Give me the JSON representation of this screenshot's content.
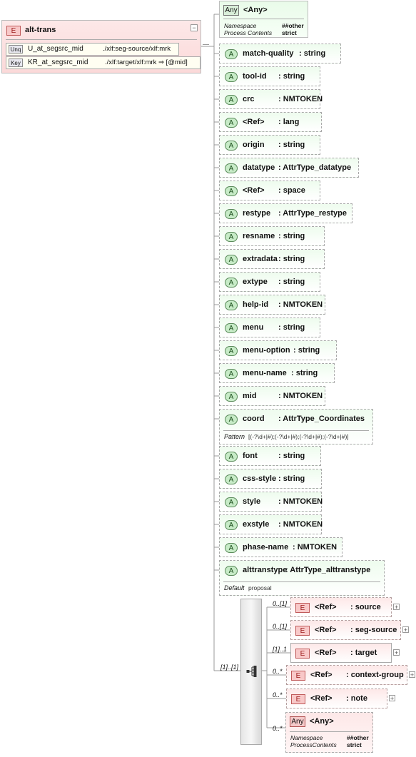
{
  "element": {
    "badge": "E",
    "name": "alt-trans",
    "collapse": "−",
    "unique": {
      "badge": "Unq",
      "name": "U_at_segsrc_mid",
      "path": "./xlf:seg-source/xlf:mrk"
    },
    "key": {
      "badge": "Key",
      "name": "KR_at_segsrc_mid",
      "path": "./xlf:target/xlf:mrk ⇒ [@mid]"
    }
  },
  "any_top": {
    "badge": "Any",
    "title": "<Any>",
    "namespace_label": "Namespace",
    "namespace_value": "##other",
    "process_label": "Process Contents",
    "process_value": "strict"
  },
  "attributes": [
    {
      "badge": "A",
      "name": "match-quality",
      "type": ": string"
    },
    {
      "badge": "A",
      "name": "tool-id",
      "type": ": string"
    },
    {
      "badge": "A",
      "name": "crc",
      "type": ": NMTOKEN"
    },
    {
      "badge": "A",
      "name": "<Ref>",
      "type": ": lang"
    },
    {
      "badge": "A",
      "name": "origin",
      "type": ": string"
    },
    {
      "badge": "A",
      "name": "datatype",
      "type": ": AttrType_datatype"
    },
    {
      "badge": "A",
      "name": "<Ref>",
      "type": ": space"
    },
    {
      "badge": "A",
      "name": "restype",
      "type": ": AttrType_restype"
    },
    {
      "badge": "A",
      "name": "resname",
      "type": ": string"
    },
    {
      "badge": "A",
      "name": "extradata",
      "type": ": string"
    },
    {
      "badge": "A",
      "name": "extype",
      "type": ": string"
    },
    {
      "badge": "A",
      "name": "help-id",
      "type": ": NMTOKEN"
    },
    {
      "badge": "A",
      "name": "menu",
      "type": ": string"
    },
    {
      "badge": "A",
      "name": "menu-option",
      "type": ": string"
    },
    {
      "badge": "A",
      "name": "menu-name",
      "type": ": string"
    },
    {
      "badge": "A",
      "name": "mid",
      "type": ": NMTOKEN"
    },
    {
      "badge": "A",
      "name": "coord",
      "type": ": AttrType_Coordinates",
      "facet_label": "Pattern",
      "facet_value": "[(-?\\d+|#);(-?\\d+|#);(-?\\d+|#);(-?\\d+|#)]"
    },
    {
      "badge": "A",
      "name": "font",
      "type": ": string"
    },
    {
      "badge": "A",
      "name": "css-style",
      "type": ": string"
    },
    {
      "badge": "A",
      "name": "style",
      "type": ": NMTOKEN"
    },
    {
      "badge": "A",
      "name": "exstyle",
      "type": ": NMTOKEN"
    },
    {
      "badge": "A",
      "name": "phase-name",
      "type": ": NMTOKEN"
    },
    {
      "badge": "A",
      "name": "alttranstype",
      "type": ": AttrType_alttranstype",
      "facet_label": "Default",
      "facet_value": "proposal"
    }
  ],
  "sequence": {
    "cardinality": "[1]..[1]"
  },
  "children": [
    {
      "badge": "E",
      "name": "<Ref>",
      "type": ": source",
      "cardinality": "0..[1]"
    },
    {
      "badge": "E",
      "name": "<Ref>",
      "type": ": seg-source",
      "cardinality": "0..[1]"
    },
    {
      "badge": "E",
      "name": "<Ref>",
      "type": ": target",
      "cardinality": "[1]..1"
    },
    {
      "badge": "E",
      "name": "<Ref>",
      "type": ": context-group",
      "cardinality": "0..*"
    },
    {
      "badge": "E",
      "name": "<Ref>",
      "type": ": note",
      "cardinality": "0..*"
    }
  ],
  "any_bottom": {
    "badge": "Any",
    "title": "<Any>",
    "cardinality": "0..*",
    "namespace_label": "Namespace",
    "namespace_value": "##other",
    "process_label": "ProcessContents",
    "process_value": "strict"
  },
  "colors": {
    "element_fill": "#fbd9d9",
    "attribute_fill": "#eefcee",
    "badge_green": "#c7ebc7",
    "badge_red": "#f8c8c8"
  }
}
